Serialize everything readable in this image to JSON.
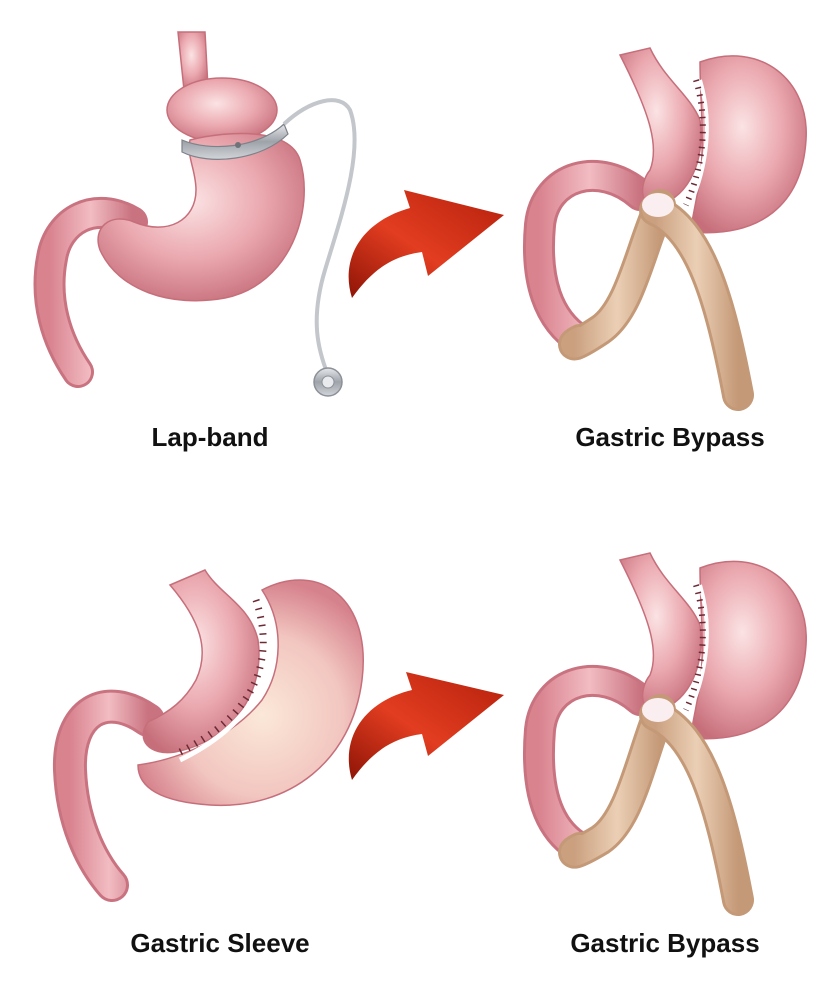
{
  "labels": {
    "lap_band": "Lap-band",
    "gastric_bypass_top": "Gastric Bypass",
    "gastric_sleeve": "Gastric Sleeve",
    "gastric_bypass_bottom": "Gastric Bypass"
  },
  "colors": {
    "stomach": "#e8a0a8",
    "stomach_dark": "#c9707c",
    "intestine": "#e2bfa0",
    "arrow": "#d3321c",
    "band": "#b5b9c0",
    "staples": "#6b2a36"
  }
}
